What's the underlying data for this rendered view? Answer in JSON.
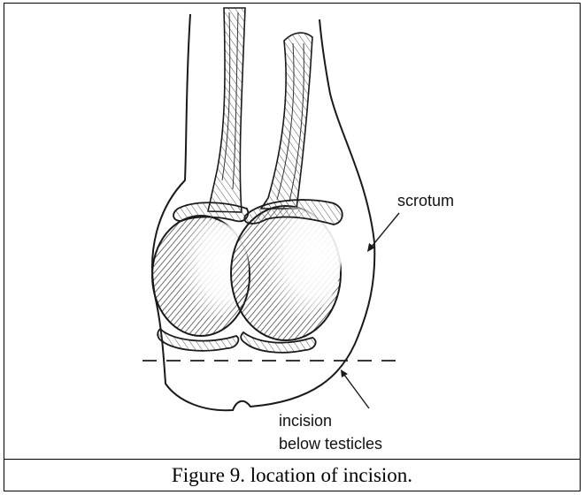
{
  "labels": {
    "scrotum": "scrotum",
    "incision_line1": "incision",
    "incision_line2": "below testicles"
  },
  "caption": "Figure 9. location of incision.",
  "colors": {
    "line": "#1a1a1a",
    "shade": "#555555",
    "background": "#ffffff"
  }
}
